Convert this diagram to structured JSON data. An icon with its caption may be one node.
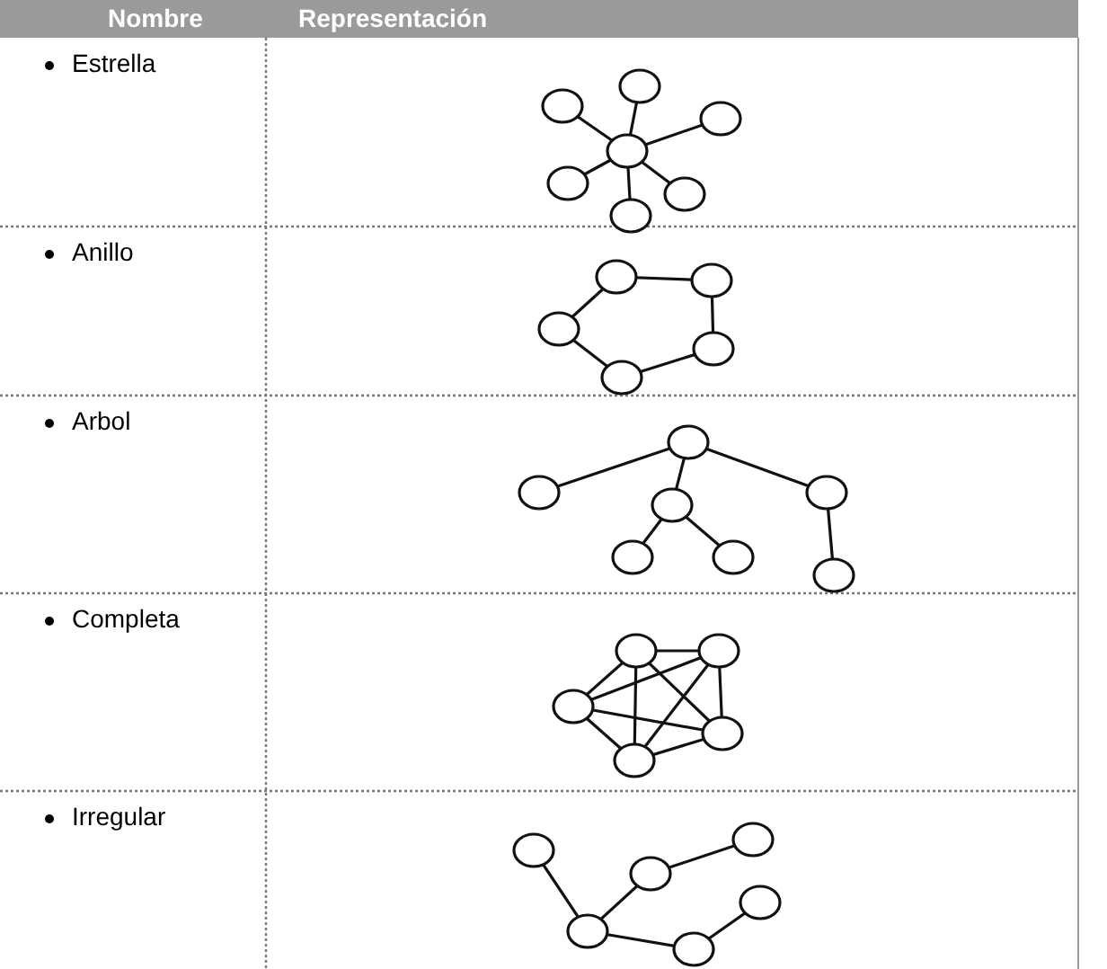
{
  "diagram": {
    "labels": [
      "Nombre",
      "Representación",
      "Estrella",
      "Anillo",
      "Arbol",
      "Completa",
      "Irregular"
    ]
  }
}
